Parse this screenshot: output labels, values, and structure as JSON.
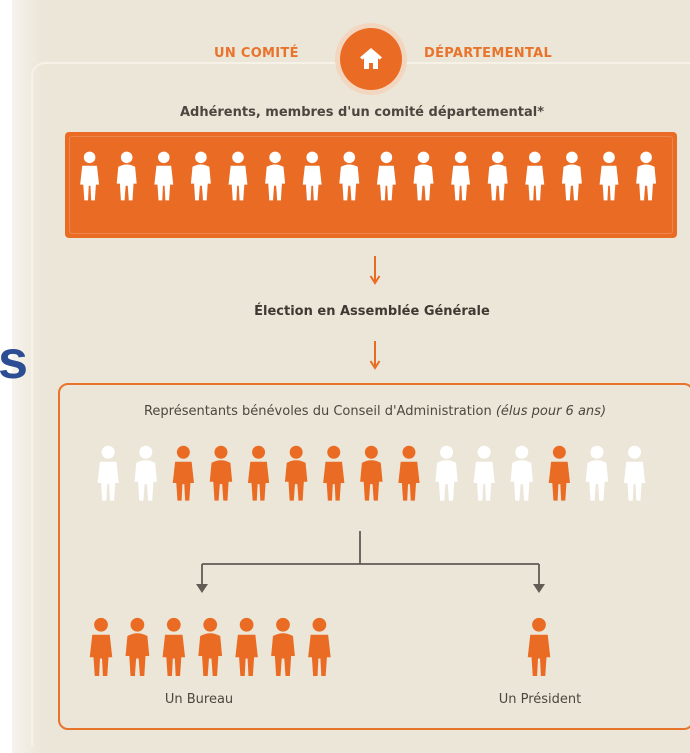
{
  "page": {
    "partial_left_letter": "s"
  },
  "header": {
    "left_title": "UN COMITÉ",
    "right_title": "DÉPARTEMENTAL",
    "badge_icon": "home-icon"
  },
  "members": {
    "caption": "Adhérents, membres d'un comité départemental*",
    "count": 16,
    "figure_pattern": [
      "man",
      "woman",
      "man",
      "woman",
      "man",
      "woman",
      "man",
      "woman",
      "man",
      "woman",
      "man",
      "woman",
      "man",
      "woman",
      "man",
      "woman"
    ]
  },
  "process": {
    "arrow_icon": "down-arrow-icon",
    "election_label": "Élection en Assemblée Générale"
  },
  "board": {
    "caption_main": "Représentants bénévoles du Conseil d'Administration ",
    "caption_italic": "(élus pour 6 ans)",
    "count": 15,
    "figure_pattern": [
      "man",
      "woman",
      "man",
      "woman",
      "man",
      "woman",
      "man",
      "woman",
      "man",
      "woman",
      "man",
      "woman",
      "man",
      "woman",
      "man"
    ],
    "highlighted": [
      2,
      3,
      4,
      5,
      6,
      7,
      8,
      12
    ]
  },
  "outcomes": {
    "bureau_label": "Un Bureau",
    "president_label": "Un Président",
    "bureau_count": 7,
    "bureau_pattern": [
      "man",
      "woman",
      "man",
      "woman",
      "man",
      "woman",
      "man"
    ],
    "president_count": 1,
    "president_pattern": [
      "man"
    ]
  },
  "colors": {
    "background": "#ece6d8",
    "accent": "#ea6c24",
    "accent_text": "#e8732b",
    "figure_white": "#ffffff",
    "text_dark": "#4d4640",
    "line_gray": "#625b56",
    "cutoff_blue": "#2c4d93"
  }
}
